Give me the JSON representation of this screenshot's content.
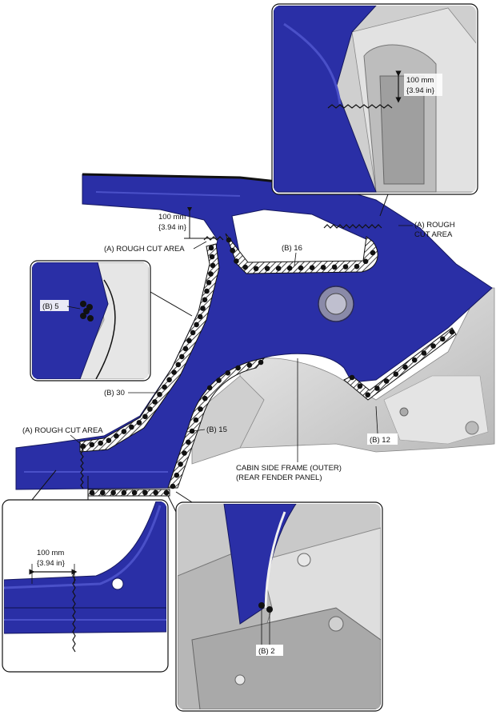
{
  "labels": {
    "dim_top_value": "100 mm",
    "dim_top_inch": "{3.94 in}",
    "dim_inset_value": "100 mm",
    "dim_inset_inch": "{3.94 in}",
    "dim_left_value": "100 mm",
    "dim_left_inch": "{3.94 in}",
    "rough_cut_right_1": "(A) ROUGH",
    "rough_cut_right_2": "CUT AREA",
    "rough_cut_top": "(A) ROUGH CUT AREA",
    "rough_cut_left": "(A) ROUGH CUT AREA",
    "spot_b16": "(B) 16",
    "spot_b5": "(B) 5",
    "spot_b30": "(B) 30",
    "spot_b15": "(B) 15",
    "spot_b12": "(B) 12",
    "spot_b2": "(B) 2",
    "panel_1": "CABIN SIDE FRAME (OUTER)",
    "panel_2": "(REAR FENDER PANEL)"
  },
  "colors": {
    "panel_blue": "#2a2fa6",
    "panel_blue_dark": "#1c1f7a",
    "frame_gray": "#d9d9d9",
    "frame_gray_dark": "#9a9a9a",
    "weld_dot": "#111111",
    "line": "#111111"
  }
}
